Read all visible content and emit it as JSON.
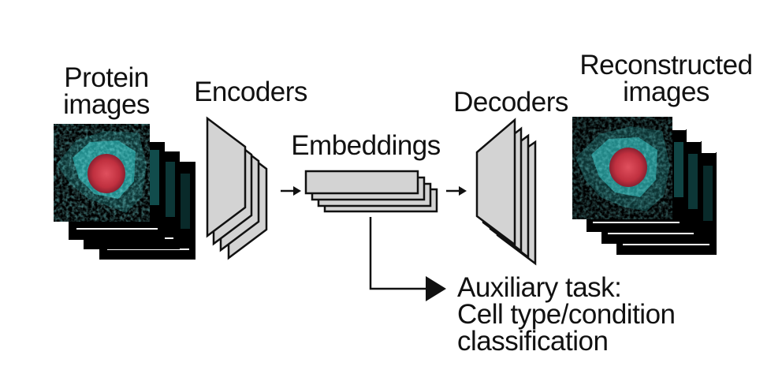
{
  "labels": {
    "protein_images": [
      "Protein",
      "images"
    ],
    "encoders": "Encoders",
    "embeddings": "Embeddings",
    "decoders": "Decoders",
    "reconstructed_images": [
      "Reconstructed",
      "images"
    ],
    "auxiliary_task": [
      "Auxiliary task:",
      "Cell type/condition",
      "classification"
    ]
  },
  "colors": {
    "panel_fill": "#d3d3d3",
    "stroke": "#111111",
    "image_bg": "#000000",
    "cytoplasm": "#2fb8b8",
    "nucleus": "#d23a4a"
  }
}
